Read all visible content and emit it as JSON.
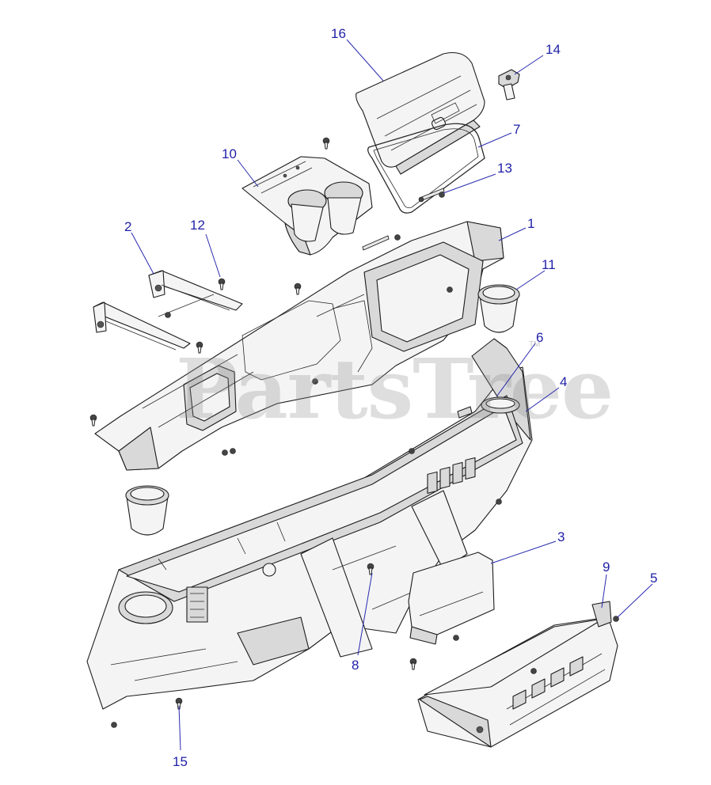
{
  "watermark": {
    "text": "PartsTree",
    "trademark": "TM"
  },
  "callouts": [
    {
      "id": "c16",
      "label": "16"
    },
    {
      "id": "c14",
      "label": "14"
    },
    {
      "id": "c7",
      "label": "7"
    },
    {
      "id": "c10",
      "label": "10"
    },
    {
      "id": "c13",
      "label": "13"
    },
    {
      "id": "c1",
      "label": "1"
    },
    {
      "id": "c2",
      "label": "2"
    },
    {
      "id": "c12",
      "label": "12"
    },
    {
      "id": "c11",
      "label": "11"
    },
    {
      "id": "c6",
      "label": "6"
    },
    {
      "id": "c4",
      "label": "4"
    },
    {
      "id": "c3",
      "label": "3"
    },
    {
      "id": "c9",
      "label": "9"
    },
    {
      "id": "c5",
      "label": "5"
    },
    {
      "id": "c8",
      "label": "8"
    },
    {
      "id": "c15",
      "label": "15"
    }
  ]
}
